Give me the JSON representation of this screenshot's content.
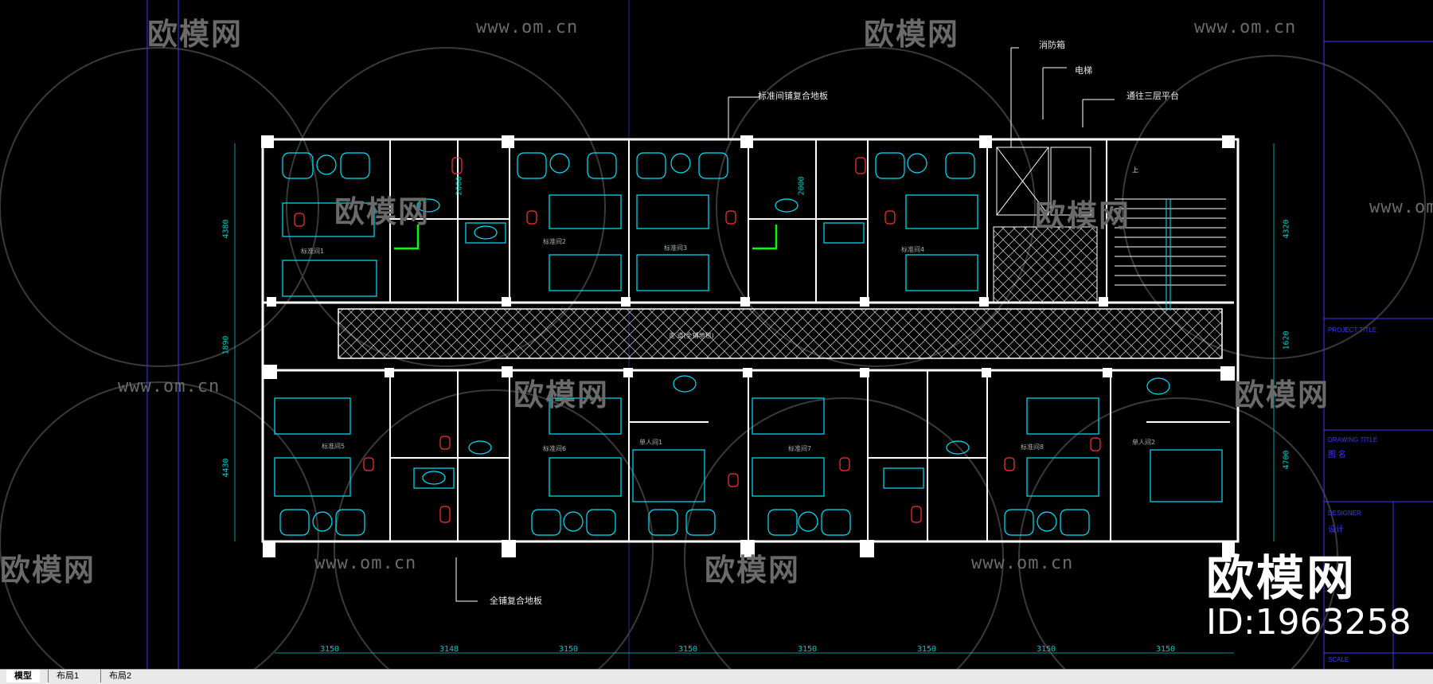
{
  "watermarks": {
    "brand_text": "欧模网",
    "url_text": "www.om.cn"
  },
  "annotations": {
    "fire_hydrant": "消防箱",
    "elevator": "电梯",
    "platform": "通往三层平台",
    "composite_floor": "标准间铺复合地板",
    "full_composite_floor": "全铺复合地板",
    "corridor": "走 道(全铺地毯)"
  },
  "rooms": {
    "top": [
      "标准间1",
      "标准间2",
      "标准间3",
      "标准间4"
    ],
    "bottom": [
      "标准间5",
      "标准间6",
      "单人间1",
      "标准间7",
      "标准间8",
      "单人间2"
    ]
  },
  "dimensions": {
    "bottom": [
      "3150",
      "3148",
      "3150",
      "3150",
      "3150",
      "3150",
      "3150",
      "3150"
    ],
    "left": [
      "4380",
      "1890",
      "4430"
    ],
    "right": [
      "4320",
      "1620",
      "4700"
    ],
    "wc_depth": [
      "2000",
      "2000"
    ]
  },
  "title_block": {
    "project_title": "PROJECT TITLE",
    "drawing_title": "DRAWING TITLE",
    "drawing_value": "图 名",
    "designer": "DESIGNER",
    "designer_value": "设计",
    "scale": "SCALE"
  },
  "stair_label": "上",
  "brand": {
    "name": "欧模网",
    "id": "ID:1963258"
  },
  "layout_tabs": [
    "模型",
    "布局1",
    "布局2"
  ],
  "colors": {
    "background": "#000000",
    "wall": "#ffffff",
    "furniture": "#00e5ff",
    "line_blue": "#3a3aff",
    "green_line": "#00ff00",
    "red": "#ff3333",
    "watermark": "#6a6a6a"
  }
}
